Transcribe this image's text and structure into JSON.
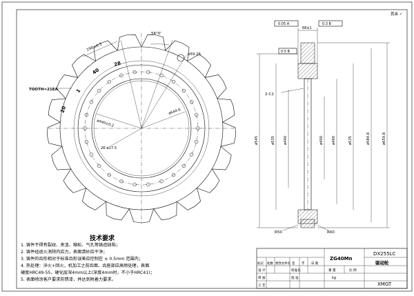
{
  "corner_mark": "其余 ✓",
  "left_view": {
    "tooth_label": "TOOTH=21EA",
    "dims": {
      "chord": "190±0.5",
      "angle": "56°0'",
      "hole_bore": "ø59.25",
      "pcd_small": "ø440±0.2",
      "pcd_large": "ø644.6",
      "holes": "26-ø17.5"
    },
    "segment_numbers": [
      "20",
      "1",
      "40",
      "28"
    ]
  },
  "right_view": {
    "tol_top_1": "0.05 A",
    "tol_top_2": "0.3 B",
    "tol_side": "0.5 B",
    "width_top": "68±1",
    "chamfer": "2-C2",
    "dims": [
      "ø545",
      "ø535",
      "ø440",
      "ø400",
      "ø490",
      "ø535",
      "ø584.8",
      "ø659.8"
    ],
    "radius_left": "R50",
    "radius_right": "R60"
  },
  "requirements": {
    "title": "技术要求",
    "items": [
      "1. 铸件不得有裂纹、夹渣、缩松、气孔等铸造缺陷；",
      "2. 铸件经退火消除内应力，表面清砂应干净；",
      "3. 铸件的齿形相对于标准齿形误差应控制在 ± 0.5mm 范围内；",
      "4. 热处理：淬火+回火，机加工之前齿面、齿座部应高频处理，表面",
      "   硬度HRC49-55，硬化层深4mm以上(深度4mm时，不小于HRC41)；",
      "5. 表面喷涂客户要求防锈漆，并达到附着力要求。"
    ]
  },
  "title_block": {
    "material": "ZG40Mn",
    "model": "DX255LC",
    "part_name": "驱动轮",
    "company": "XMGT",
    "weight_unit": "kg",
    "header_row": [
      "标记",
      "处数",
      "更改文件名",
      "签",
      "字",
      "日 期"
    ],
    "row_labels": [
      "设 计",
      "审 核",
      "工 艺"
    ],
    "mid_labels": [
      "标准化",
      "批 准"
    ],
    "stage_labels": [
      "重 量",
      "比 例"
    ]
  }
}
